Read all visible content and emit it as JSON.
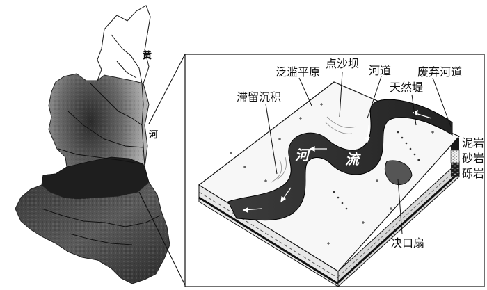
{
  "map": {
    "river_char_1": "黄",
    "river_char_2": "河"
  },
  "block": {
    "river_char_1": "河",
    "river_char_2": "流"
  },
  "labels": {
    "floodplain": "泛滥平原",
    "point_bar": "点沙坝",
    "channel": "河道",
    "abandoned_channel": "废弃河道",
    "lag_deposit": "滞留沉积",
    "natural_levee": "天然堤",
    "crevasse_splay": "决口扇"
  },
  "legend": {
    "mudstone": "泥岩",
    "sandstone": "砂岩",
    "conglomerate": "砾岩"
  }
}
